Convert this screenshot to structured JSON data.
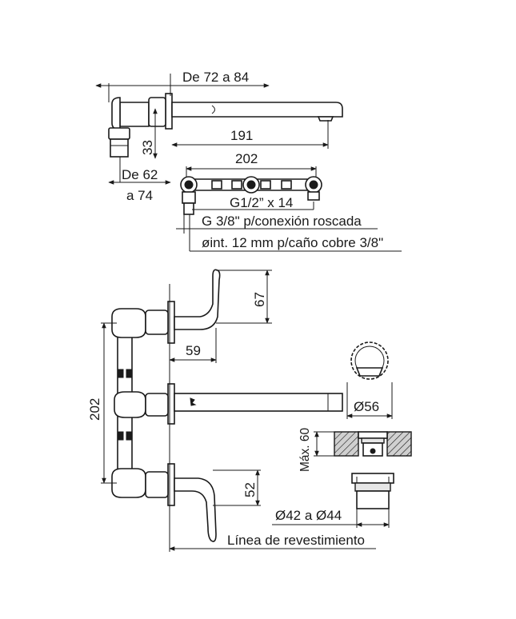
{
  "labels": {
    "de_72_84": "De 72 a 84",
    "d191": "191",
    "d33": "33",
    "de_62": "De 62",
    "a_74": "a 74",
    "d202_top": "202",
    "g12_14": "G1/2” x 14",
    "g38": "G 3/8\" p/conexión roscada",
    "dint12": "øint. 12 mm p/caño cobre 3/8\"",
    "d67": "67",
    "d59": "59",
    "d202_side": "202",
    "d56": "Ø56",
    "max60": "Máx. 60",
    "d52": "52",
    "d42_44": "Ø42 a Ø44",
    "linea": "Línea de revestimiento"
  }
}
